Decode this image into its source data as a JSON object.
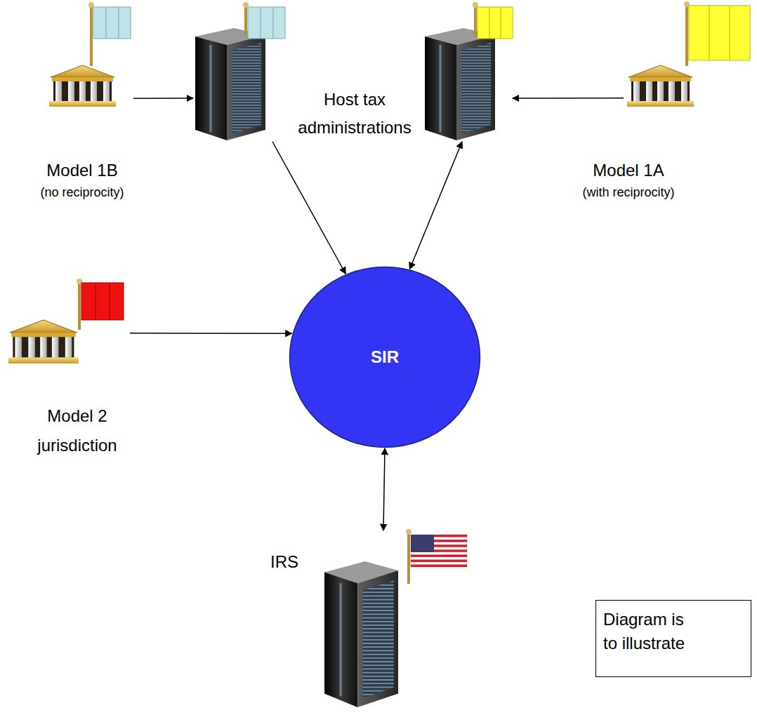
{
  "diagram": {
    "nodes": [
      {
        "text": [
          "Model 1B",
          "(no reciprocity)"
        ]
      },
      {
        "text": []
      },
      {
        "text": []
      },
      {
        "text": [
          "Model 1A",
          "(with reciprocity)"
        ]
      },
      {
        "text": [
          "Model 2 jurisdiction"
        ]
      },
      {
        "text": [
          "SIR"
        ]
      },
      {
        "text": [
          "IRS"
        ]
      },
      {
        "text": [
          "Diagram is to illustrate"
        ]
      }
    ],
    "edges": [
      {
        "from": 0,
        "to": 1,
        "arrow": "to"
      },
      {
        "from": 3,
        "to": 2,
        "arrow": "to"
      },
      {
        "from": 1,
        "to": 5,
        "arrow": "to"
      },
      {
        "from": 2,
        "to": 5,
        "arrow": "both"
      },
      {
        "from": 4,
        "to": 5,
        "arrow": "to"
      },
      {
        "from": 5,
        "to": 6,
        "arrow": "both"
      }
    ],
    "labels": [
      "Host tax administrations"
    ]
  }
}
